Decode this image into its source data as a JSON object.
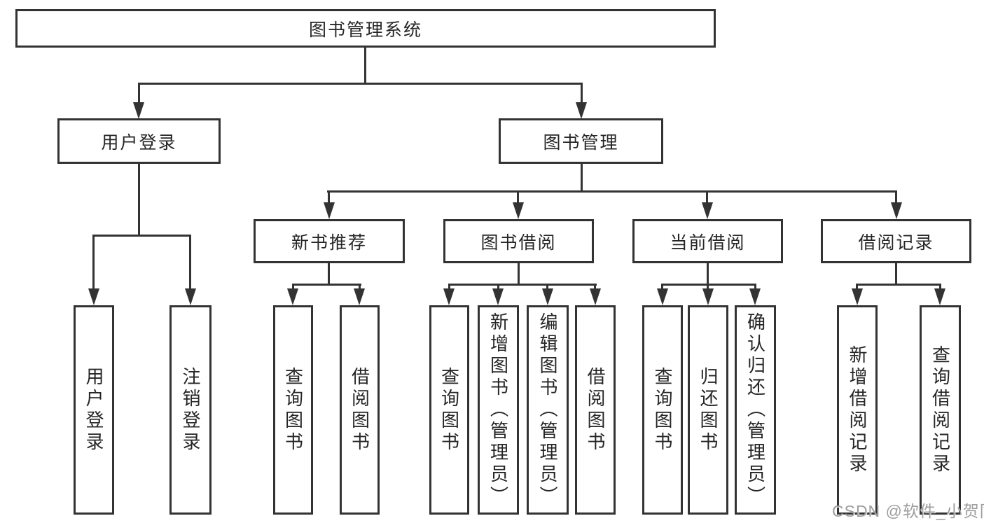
{
  "tree": {
    "root": {
      "label": "图书管理系统",
      "children": [
        {
          "label": "用户登录",
          "children": [
            {
              "label": "用户登录"
            },
            {
              "label": "注销登录"
            }
          ]
        },
        {
          "label": "图书管理",
          "children": [
            {
              "label": "新书推荐",
              "children": [
                {
                  "label": "查询图书"
                },
                {
                  "label": "借阅图书"
                }
              ]
            },
            {
              "label": "图书借阅",
              "children": [
                {
                  "label": "查询图书"
                },
                {
                  "label": "新增图书（管理员）"
                },
                {
                  "label": "编辑图书（管理员）"
                },
                {
                  "label": "借阅图书"
                }
              ]
            },
            {
              "label": "当前借阅",
              "children": [
                {
                  "label": "查询图书"
                },
                {
                  "label": "归还图书"
                },
                {
                  "label": "确认归还（管理员）"
                }
              ]
            },
            {
              "label": "借阅记录",
              "children": [
                {
                  "label": "新增借阅记录"
                },
                {
                  "label": "查询借阅记录"
                }
              ]
            }
          ]
        }
      ]
    }
  },
  "watermark": {
    "text": "CSDN @软件_小贺同学"
  },
  "colors": {
    "line": "#333333",
    "box_border": "#333333",
    "text": "#262626",
    "background": "#ffffff",
    "watermark": "#9d9d9d"
  }
}
